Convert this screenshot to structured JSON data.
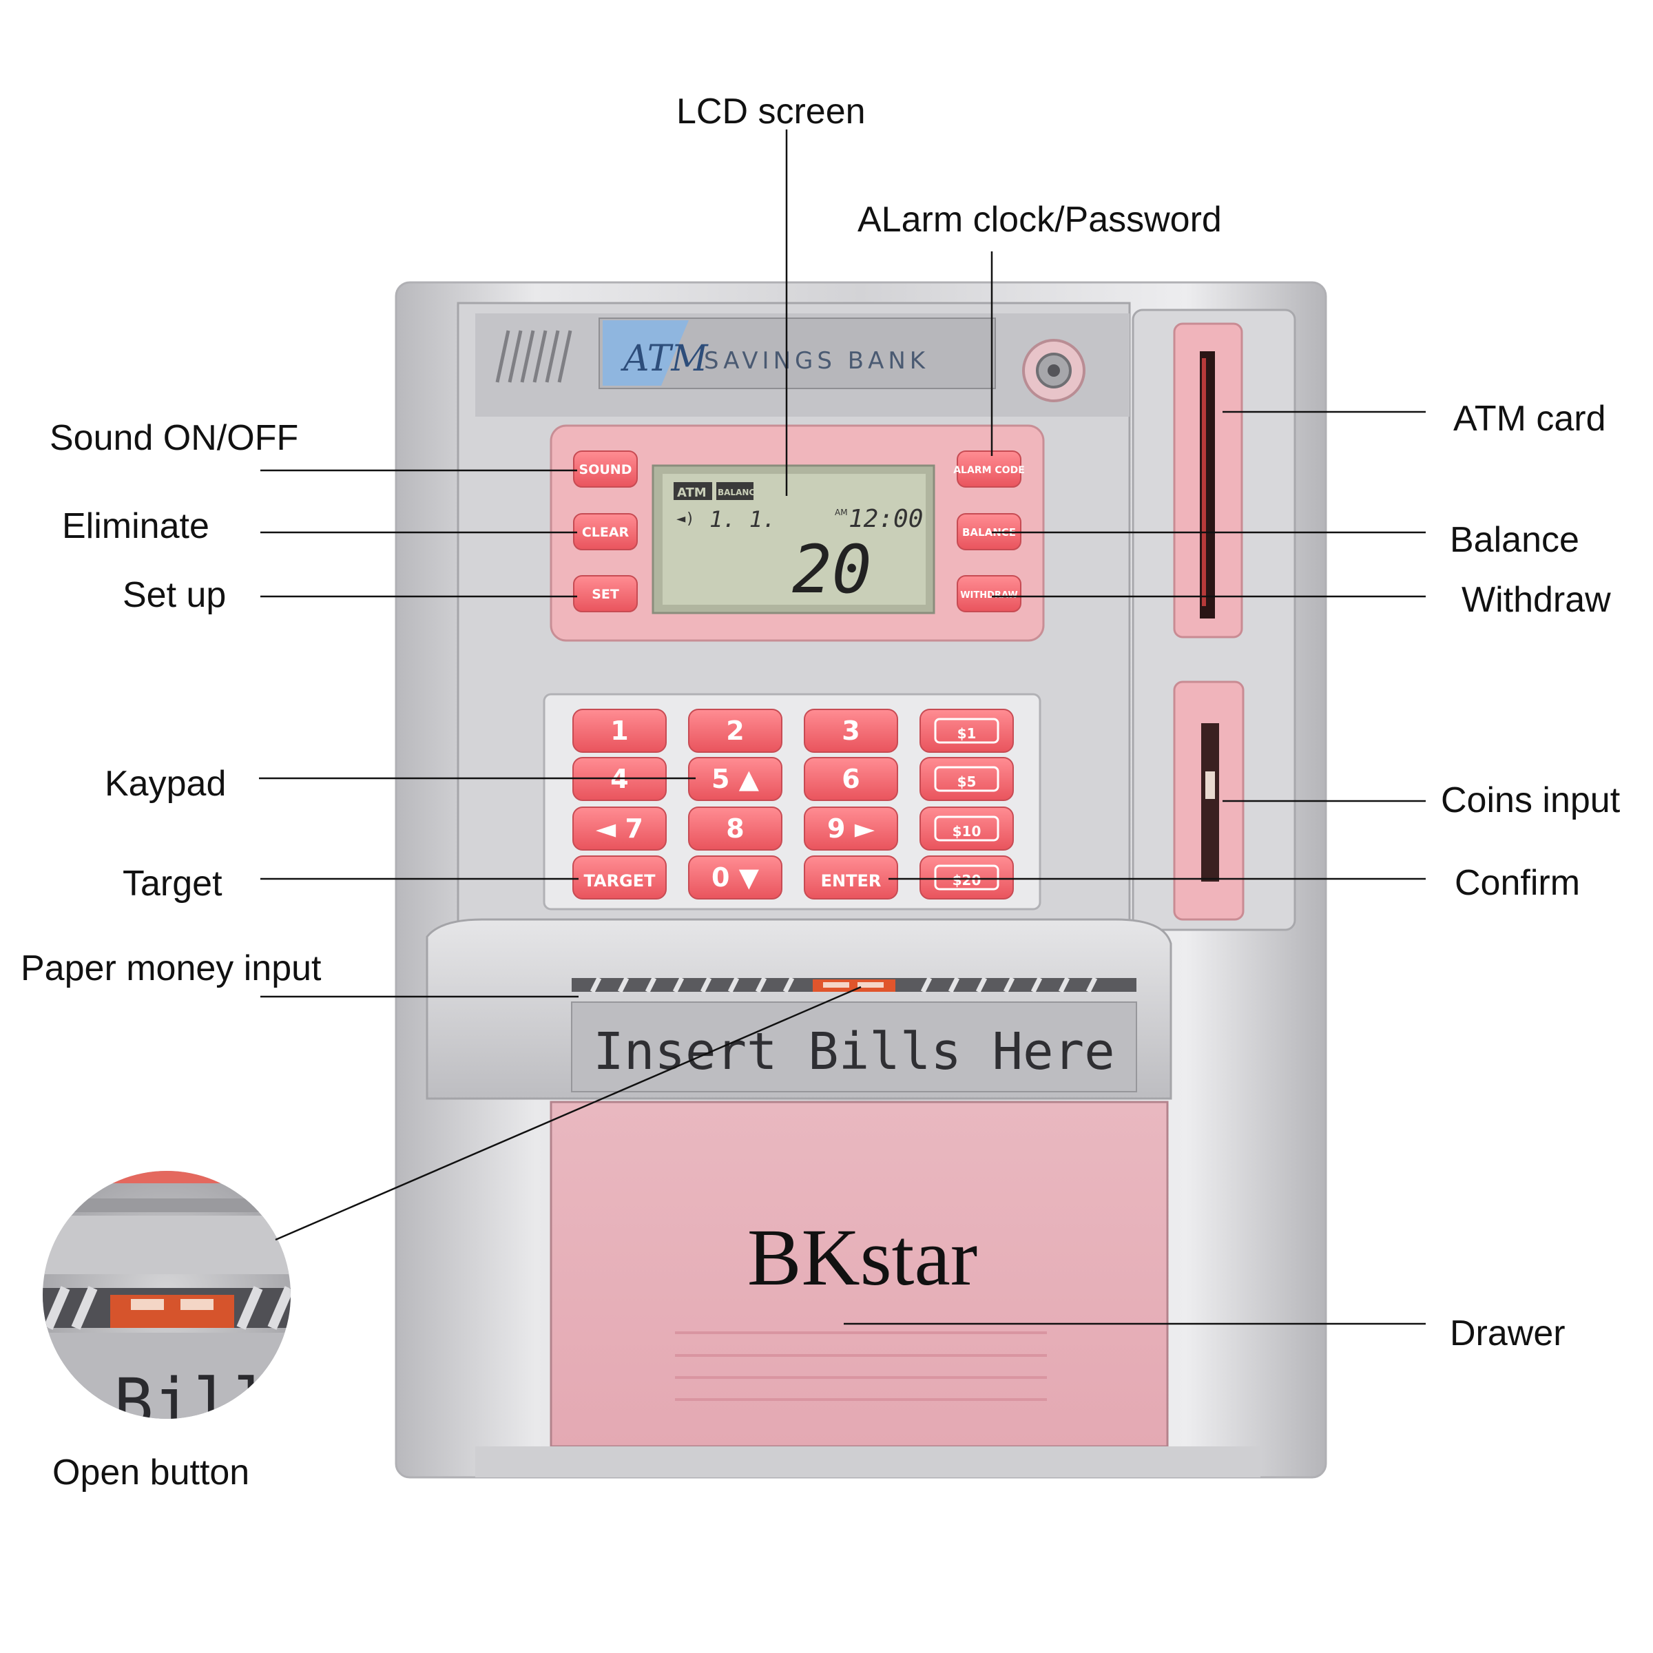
{
  "colors": {
    "pink": "#f06a72",
    "pink_panel": "#f0b8be",
    "drawer_pink": "#e8b4bd",
    "silver": "#c9c9cc",
    "lcd": "#c9cfb8"
  },
  "device": {
    "brand_prefix": "ATM",
    "brand_name": "SAVINGS BANK",
    "drawer_brand": "BKstar",
    "bill_slot_text": "Insert  Bills  Here",
    "inset_text": "Bills",
    "lcd": {
      "tag_atm": "ATM",
      "tag_balance": "BALANCE",
      "digits_small": "1. 1.",
      "time_prefix": "AM",
      "time": "12:00",
      "amount": "20"
    },
    "side_buttons_left": [
      "SOUND",
      "CLEAR",
      "SET"
    ],
    "side_buttons_right": [
      "ALARM CODE",
      "BALANCE",
      "WITHDRAW"
    ],
    "keypad": [
      [
        "1",
        "2",
        "3",
        "$1"
      ],
      [
        "4",
        "5 ▲",
        "6",
        "$5"
      ],
      [
        "◄ 7",
        "8",
        "9 ►",
        "$10"
      ],
      [
        "TARGET",
        "0 ▼",
        "ENTER",
        "$20"
      ]
    ]
  },
  "callouts": {
    "lcd_screen": "LCD screen",
    "alarm_clock": "ALarm clock/Password",
    "sound": "Sound ON/OFF",
    "eliminate": "Eliminate",
    "set_up": "Set up",
    "atm_card": "ATM card",
    "balance": "Balance",
    "withdraw": "Withdraw",
    "keypad": "Kaypad",
    "target": "Target",
    "coins_input": "Coins input",
    "confirm": "Confirm",
    "paper_money": "Paper money input",
    "drawer": "Drawer",
    "open_button": "Open button"
  }
}
